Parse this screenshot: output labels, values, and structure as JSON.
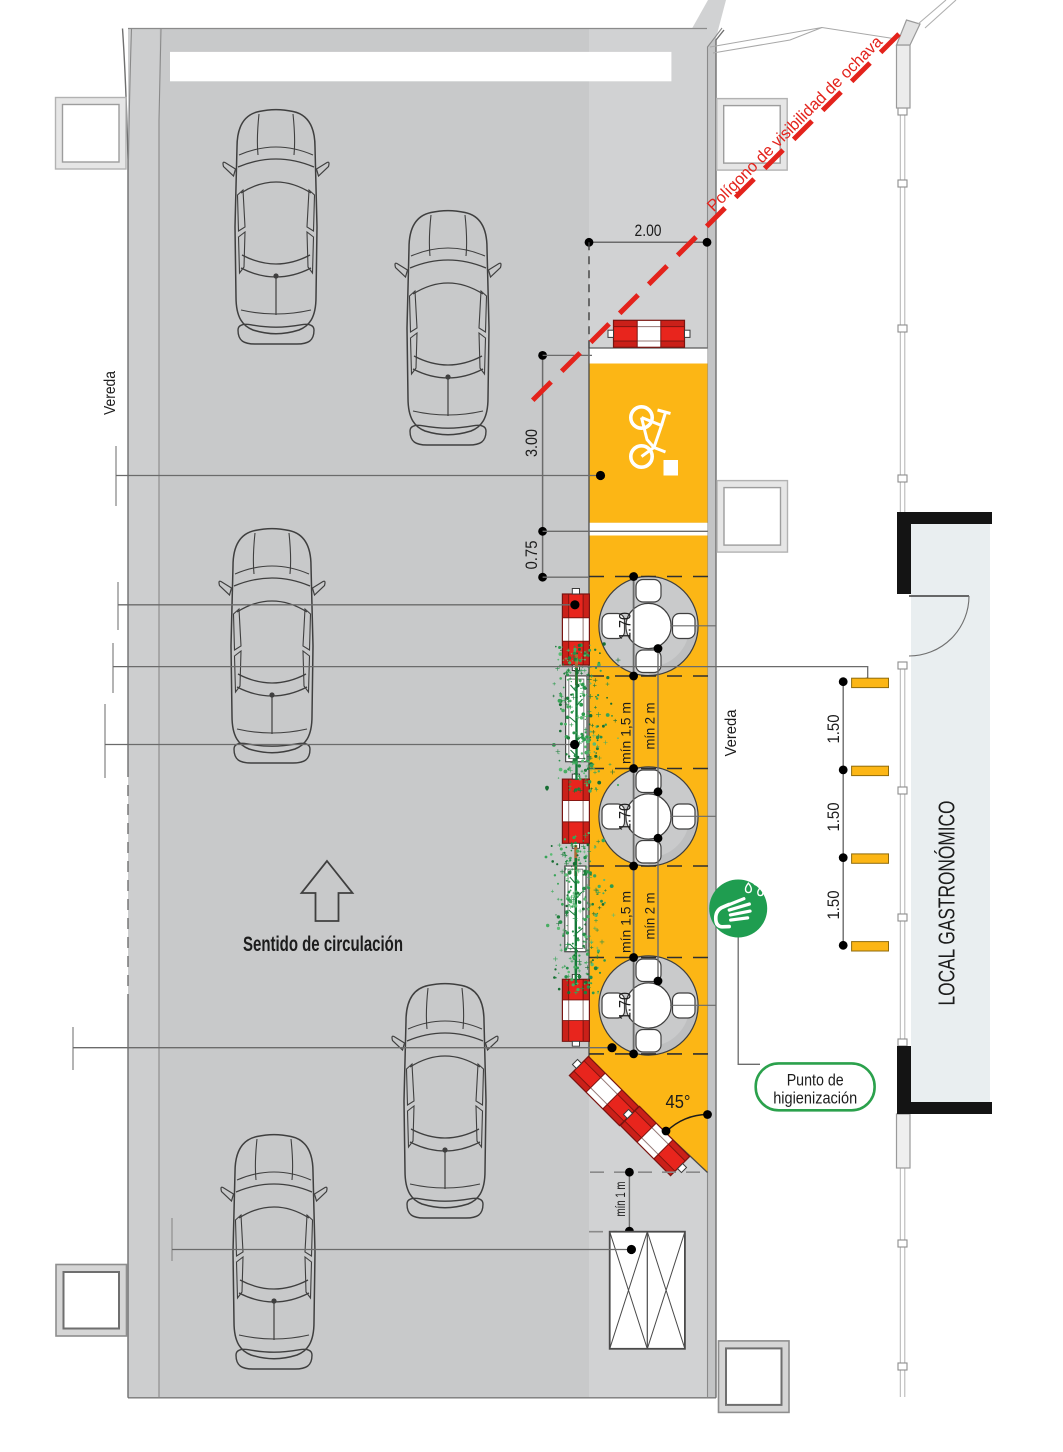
{
  "drawing": {
    "labels": {
      "sidewalk_left": "Vereda",
      "sidewalk_right": "Vereda",
      "traffic_direction": "Sentido de circulación",
      "visibility_polygon": "Polígono de visibilidad de ochava",
      "restaurant": "LOCAL GASTRONÓMICO",
      "hygiene_point_line1": "Punto de",
      "hygiene_point_line2": "higienización",
      "corner_angle": "45°"
    },
    "dimensions": {
      "deck_width_m": "2.00",
      "bike_crossing_length_m": "3.00",
      "buffer_length_m": "0.75",
      "table_zone_length_m": "1.70",
      "min_gap_between_table_zones": "mín 1,5 m",
      "min_clear_between_tables": "mín 2 m",
      "bench_spacing_m": "1.50",
      "min_end_clearance": "mín 1 m"
    },
    "icons": [
      "bike-lane-icon",
      "hand-wash-icon"
    ],
    "colors": {
      "road": "#c8c9ca",
      "parking_lane": "#d3d4d5",
      "curb": "#c3c4c5",
      "deck_yellow": "#fcb615",
      "barrier_red": "#e3231c",
      "plant_green": "#2d9b4e",
      "hygiene_green": "#1f9d50",
      "annotation_red": "#e3231c",
      "interior_fill": "#e9eef0"
    }
  }
}
